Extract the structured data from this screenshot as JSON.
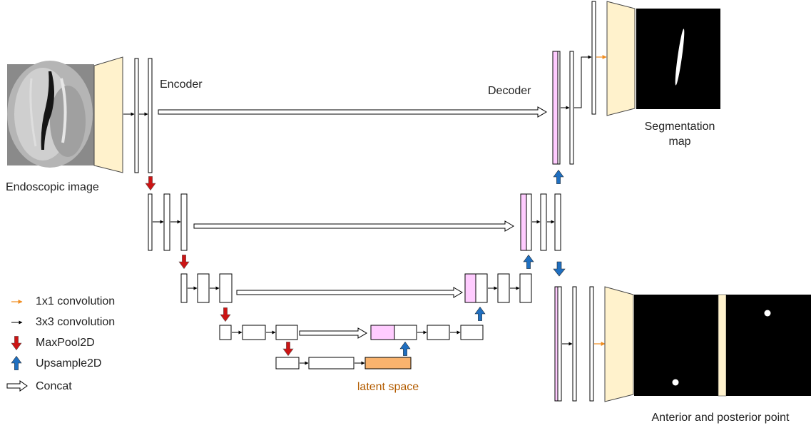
{
  "labels": {
    "encoder": "Encoder",
    "decoder": "Decoder",
    "input_caption": "Endoscopic image",
    "seg_caption_line1": "Segmentation",
    "seg_caption_line2": "map",
    "point_caption": "Anterior and posterior point",
    "latent": "latent space"
  },
  "legend": [
    {
      "icon": "orange-arrow-icon",
      "label": "1x1 convolution"
    },
    {
      "icon": "black-arrow-icon",
      "label": "3x3 convolution"
    },
    {
      "icon": "red-down-arrow-icon",
      "label": "MaxPool2D"
    },
    {
      "icon": "blue-up-arrow-icon",
      "label": "Upsample2D"
    },
    {
      "icon": "hollow-right-arrow-icon",
      "label": "Concat"
    }
  ],
  "colors": {
    "cream": "#fff2cc",
    "pink": "#ffccff",
    "latent_orange": "#f9b36e",
    "latent_text": "#b35c00",
    "orange_arrow": "#f08c1e",
    "red": "#cc1414",
    "blue": "#1f6fc0"
  }
}
